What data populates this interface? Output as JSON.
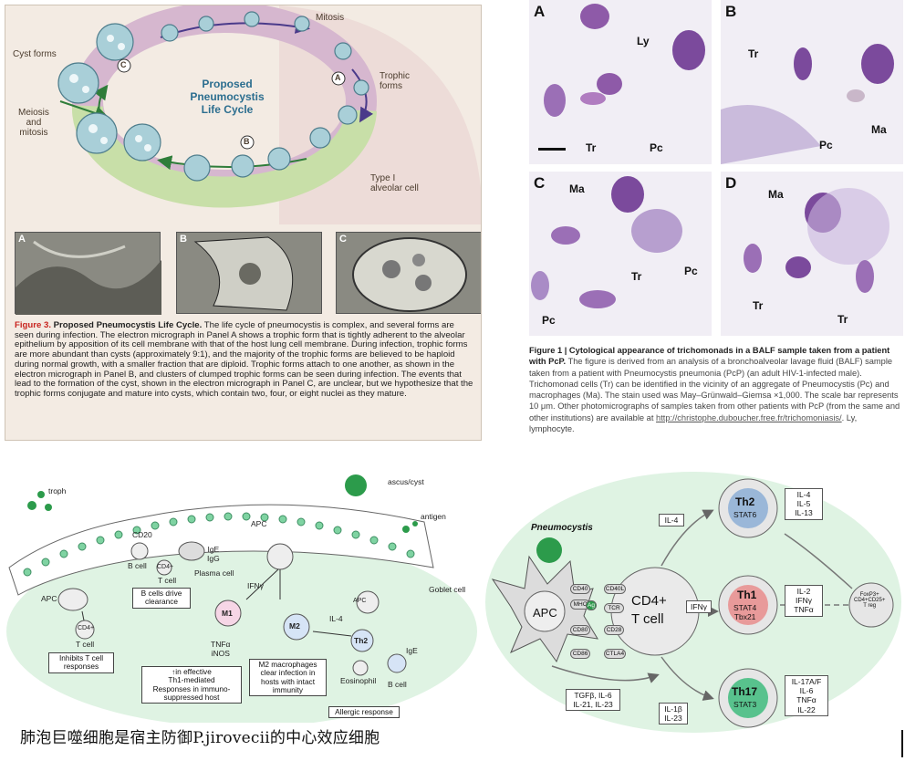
{
  "lifecycle": {
    "title": "Proposed\nPneumocystis\nLife Cycle",
    "labels": {
      "mitosis": "Mitosis",
      "cyst_forms": "Cyst forms",
      "trophic_forms": "Trophic\nforms",
      "meiosis": "Meiosis\nand\nmitosis",
      "type1": "Type I\nalveolar cell",
      "marker_a": "A",
      "marker_b": "B",
      "marker_c": "C"
    },
    "panels": [
      "A",
      "B",
      "C"
    ],
    "caption": {
      "title": "Figure 3.",
      "heading": "Proposed Pneumocystis Life Cycle.",
      "body": "The life cycle of pneumocystis is complex, and several forms are seen during infection. The electron micrograph in Panel A shows a trophic form that is tightly adherent to the alveolar epithelium by apposition of its cell membrane with that of the host lung cell membrane. During infection, trophic forms are more abundant than cysts (approximately 9:1), and the majority of the trophic forms are believed to be haploid during normal growth, with a smaller fraction that are diploid. Trophic forms attach to one another, as shown in the electron micrograph in Panel B, and clusters of clumped trophic forms can be seen during infection. The events that lead to the formation of the cyst, shown in the electron micrograph in Panel C, are unclear, but we hypothesize that the trophic forms conjugate and mature into cysts, which contain two, four, or eight nuclei as they mature."
    }
  },
  "cytology": {
    "panel_letters": [
      "A",
      "B",
      "C",
      "D"
    ],
    "labels": {
      "a_ly": "Ly",
      "a_tr": "Tr",
      "a_pc": "Pc",
      "b_tr": "Tr",
      "b_ma": "Ma",
      "b_pc": "Pc",
      "c_ma": "Ma",
      "c_tr": "Tr",
      "c_pc1": "Pc",
      "c_pc2": "Pc",
      "d_ma": "Ma",
      "d_tr1": "Tr",
      "d_tr2": "Tr"
    },
    "caption": {
      "heading": "Figure 1 | Cytological appearance of trichomonads in a BALF sample taken from a patient with PcP.",
      "body": "The figure is derived from an analysis of a bronchoalveolar lavage fluid (BALF) sample taken from a patient with Pneumocystis pneumonia (PcP) (an adult HIV-1-infected male). Trichomonad cells (Tr) can be identified in the vicinity of an aggregate of Pneumocystis (Pc) and macrophages (Ma). The stain used was May–Grünwald–Giemsa ×1,000. The scale bar represents 10 μm. Other photomicrographs of samples taken from other patients with PcP (from the same and other institutions) are available at",
      "link": "http://christophe.duboucher.free.fr/trichomoniasis/",
      "tail": ". Ly, lymphocyte."
    }
  },
  "immune": {
    "labels": {
      "troph": "troph",
      "ascus": "ascus/cyst",
      "antigen": "antigen",
      "apc_left": "APC",
      "apc_mid": "APC",
      "apc_right": "APC",
      "cd20": "CD20",
      "bcell": "B cell",
      "cd4": "CD4+",
      "tcell_mid": "T cell",
      "ige_igg": "IgE\nIgG",
      "plasma": "Plasma cell",
      "goblet": "Goblet cell",
      "ifng": "IFNγ",
      "m1": "M1",
      "tnf_inos": "TNFα\niNOS",
      "m2": "M2",
      "il4": "IL-4",
      "th2": "Th2",
      "ige": "IgE",
      "bcell2": "B cell",
      "eosinophil": "Eosinophil",
      "cd4_left": "CD4+",
      "tcell_left": "T cell"
    },
    "boxes": {
      "bcells": "B cells drive\nclearance",
      "inhibits": "Inhibits T cell\nresponses",
      "th1": "↑in effective\nTh1-mediated\nResponses in immuno-\nsuppressed host",
      "m2": "M2 macrophages\nclear infection in\nhosts with intact\nimmunity",
      "allergic": "Allergic response"
    }
  },
  "chinese_caption": "肺泡巨噬细胞是宿主防御P.jirovecii的中心效应细胞",
  "tcell": {
    "pneumocystis": "Pneumocystis",
    "apc": "APC",
    "cd4_main": "CD4+",
    "tcell_main": "T cell",
    "apc_receptors": [
      "CD40",
      "MHC",
      "CD80",
      "CD86"
    ],
    "ag": "Ag",
    "t_receptors": [
      "CD40L",
      "TCR",
      "CD28",
      "CTLA4"
    ],
    "il4_box": "IL-4",
    "ifng_box": "IFNγ",
    "cytokines_box": "TGFβ, IL-6\nIL-21, IL-23",
    "il1b_box": "IL-1β\nIL-23",
    "th2": {
      "name": "Th2",
      "tf": "STAT6",
      "out": "IL-4\nIL-5\nIL-13"
    },
    "th1": {
      "name": "Th1",
      "tf": "STAT4\nTbx21",
      "out": "IL-2\nIFNγ\nTNFα"
    },
    "th17": {
      "name": "Th17",
      "tf": "STAT3",
      "out": "IL-17A/F\nIL-6\nTNFα\nIL-22"
    },
    "treg": "FoxP3+\nCD4+CD25+\nT reg"
  },
  "colors": {
    "th2": "#9ab7d8",
    "th1": "#e89a9a",
    "th17": "#58c28d",
    "green_bg": "#dff3e3",
    "purple_stain": "#7b4a9c"
  }
}
